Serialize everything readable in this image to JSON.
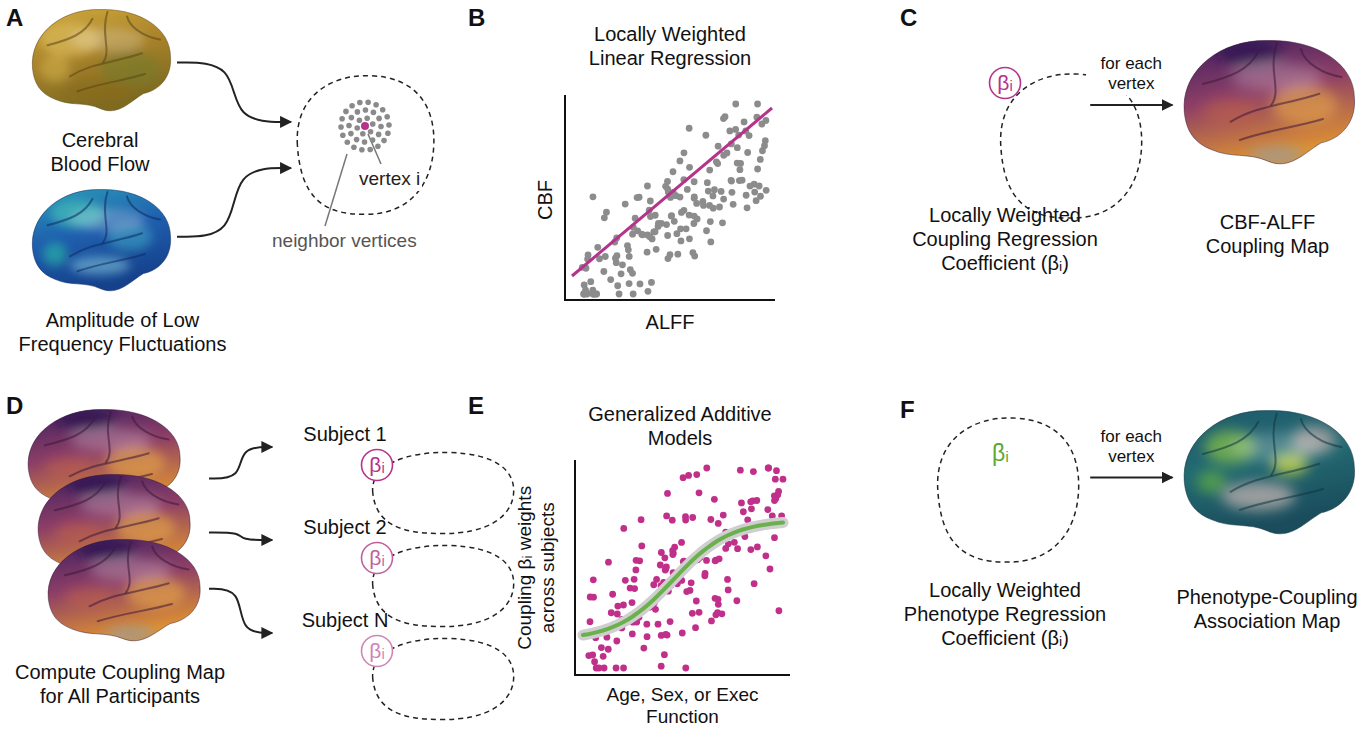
{
  "diagram": {
    "nodes": [
      {
        "text": [
          "Cerebral Blood Flow"
        ]
      },
      {
        "text": [
          "Amplitude of Low Frequency Fluctuations"
        ]
      },
      {
        "text": [
          "neighbor vertices",
          "vertex i"
        ]
      },
      {
        "text": [
          "Locally Weighted Coupling Regression Coefficient (βᵢ)"
        ]
      },
      {
        "text": [
          "βᵢ"
        ],
        "in": 3
      },
      {
        "text": [
          "CBF-ALFF Coupling Map"
        ]
      },
      {
        "text": [
          "Compute Coupling Map for All Participants"
        ]
      },
      {
        "text": [
          "Subject 1"
        ]
      },
      {
        "text": [
          "βᵢ"
        ],
        "in": 7
      },
      {
        "text": [
          "Subject 2"
        ]
      },
      {
        "text": [
          "βᵢ"
        ],
        "in": 9
      },
      {
        "text": [
          "Subject N"
        ]
      },
      {
        "text": [
          "βᵢ"
        ],
        "in": 11
      },
      {
        "text": [
          "Locally Weighted Phenotype Regression Coefficient (βᵢ)"
        ]
      },
      {
        "text": [
          "Phenotype-Coupling Association Map"
        ]
      }
    ],
    "edges": [
      {
        "from": 0,
        "to": 2,
        "arrow": "to"
      },
      {
        "from": 1,
        "to": 2,
        "arrow": "to"
      },
      {
        "from": 3,
        "to": 5,
        "label": "for each vertex",
        "arrow": "to"
      },
      {
        "from": 6,
        "to": 7,
        "arrow": "to"
      },
      {
        "from": 6,
        "to": 9,
        "arrow": "to"
      },
      {
        "from": 6,
        "to": 11,
        "arrow": "to"
      },
      {
        "from": 13,
        "to": 14,
        "label": "for each vertex",
        "arrow": "to"
      }
    ],
    "labels": [
      "A",
      "B",
      "C",
      "D",
      "E",
      "F",
      "Locally Weighted Linear Regression",
      "CBF",
      "ALFF",
      "Generalized Additive Models",
      "Coupling βᵢ weights across subjects",
      "Age, Sex, or Exec Function",
      "βᵢ"
    ]
  }
}
